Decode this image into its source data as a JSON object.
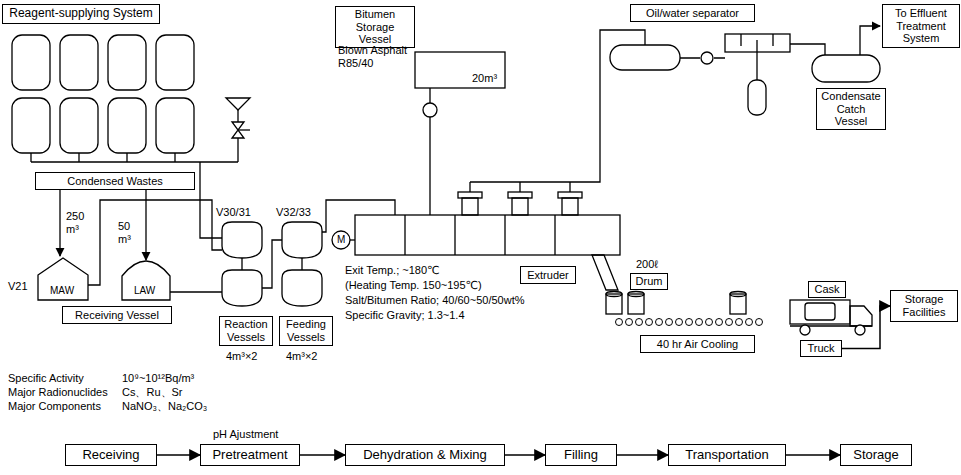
{
  "diagram": {
    "nodes": [
      {
        "text": [
          "Reagent-supplying System"
        ]
      },
      {
        "text": [
          "Bitumen Storage Vessel"
        ]
      },
      {
        "text": [
          "Oil/water separator"
        ]
      },
      {
        "text": [
          "To Effluent Treatment System"
        ]
      },
      {
        "text": [
          "Condensate Catch Vessel"
        ]
      },
      {
        "text": [
          "Condensed Wastes"
        ]
      },
      {
        "text": [
          "Extruder"
        ]
      },
      {
        "text": [
          "Drum"
        ]
      },
      {
        "text": [
          "Cask"
        ]
      },
      {
        "text": [
          "Storage Facilities"
        ]
      },
      {
        "text": [
          "Receiving Vessel"
        ]
      },
      {
        "text": [
          "Reaction Vessels"
        ]
      },
      {
        "text": [
          "Feeding Vessels"
        ]
      },
      {
        "text": [
          "Truck"
        ]
      },
      {
        "text": [
          "40 hr Air Cooling"
        ]
      },
      {
        "text": [
          "Receiving"
        ]
      },
      {
        "text": [
          "Pretreatment"
        ]
      },
      {
        "text": [
          "Dehydration & Mixing"
        ]
      },
      {
        "text": [
          "Filling"
        ]
      },
      {
        "text": [
          "Transportation"
        ]
      },
      {
        "text": [
          "Storage"
        ]
      }
    ],
    "edges": [
      {
        "from": 13,
        "to": 9,
        "arrow": "to"
      },
      {
        "from": 15,
        "to": 16,
        "arrow": "to"
      },
      {
        "from": 16,
        "to": 17,
        "arrow": "to"
      },
      {
        "from": 17,
        "to": 18,
        "arrow": "to"
      },
      {
        "from": 18,
        "to": 19,
        "arrow": "to"
      },
      {
        "from": 19,
        "to": 20,
        "arrow": "to"
      }
    ],
    "labels": [
      "Blown Asphalt R85/40",
      "20m³",
      "250 m³",
      "50 m³",
      "V21",
      "MAW",
      "LAW",
      "V30/31",
      "V32/33",
      "M",
      "200ℓ",
      "4m³×2",
      "4m³×2",
      "Exit Temp.; ~180℃",
      "(Heating Temp. 150~195℃)",
      "Salt/Bitumen Ratio; 40/60~50/50wt%",
      "Specific Gravity; 1.3~1.4",
      "Specific Activity",
      "10⁹~10¹²Bq/m³",
      "Major Radionuclides",
      "Cs、Ru、Sr",
      "Major Components",
      "NaNO₃、Na₂CO₃",
      "pH Ajustment"
    ]
  }
}
